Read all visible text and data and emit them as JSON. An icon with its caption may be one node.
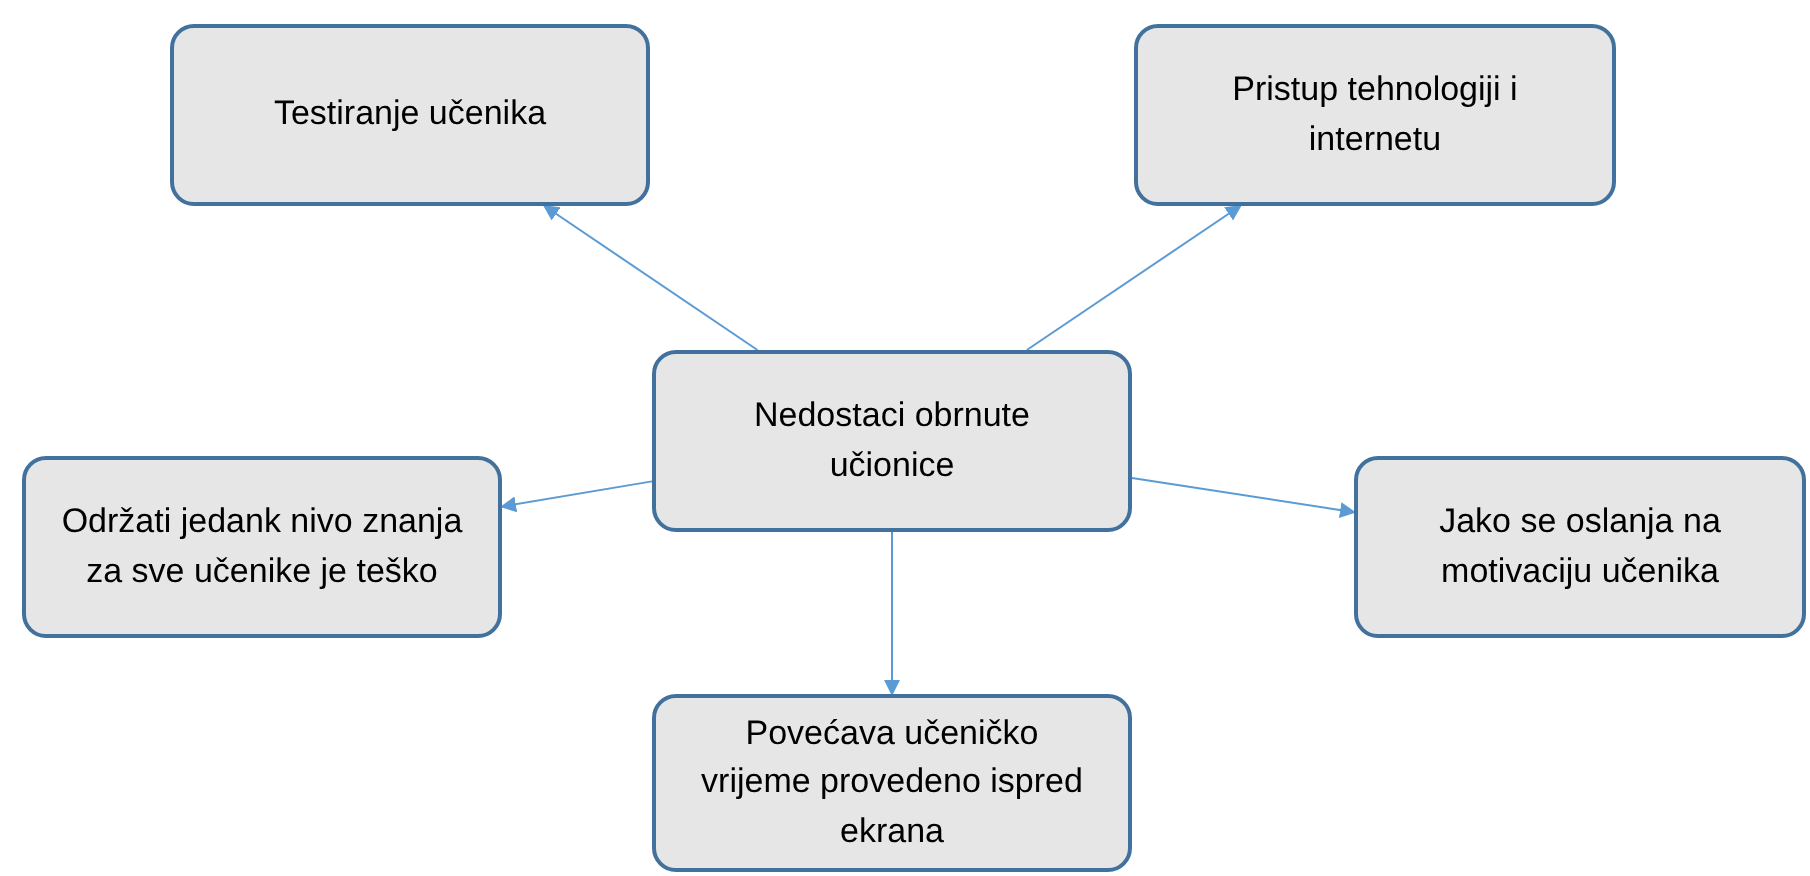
{
  "diagram": {
    "nodes": [
      {
        "text": [
          "Nedostaci obrnute učionice"
        ]
      },
      {
        "text": [
          "Testiranje učenika"
        ]
      },
      {
        "text": [
          "Pristup tehnologiji i internetu"
        ]
      },
      {
        "text": [
          "Održati jedank nivo znanja za sve učenike je teško"
        ]
      },
      {
        "text": [
          "Jako se oslanja na motivaciju učenika"
        ]
      },
      {
        "text": [
          "Povećava učeničko vrijeme provedeno ispred ekrana"
        ]
      }
    ],
    "edges": [
      {
        "from": 0,
        "to": 1,
        "arrow": "to"
      },
      {
        "from": 0,
        "to": 2,
        "arrow": "to"
      },
      {
        "from": 0,
        "to": 3,
        "arrow": "to"
      },
      {
        "from": 0,
        "to": 4,
        "arrow": "to"
      },
      {
        "from": 0,
        "to": 5,
        "arrow": "to"
      }
    ]
  }
}
